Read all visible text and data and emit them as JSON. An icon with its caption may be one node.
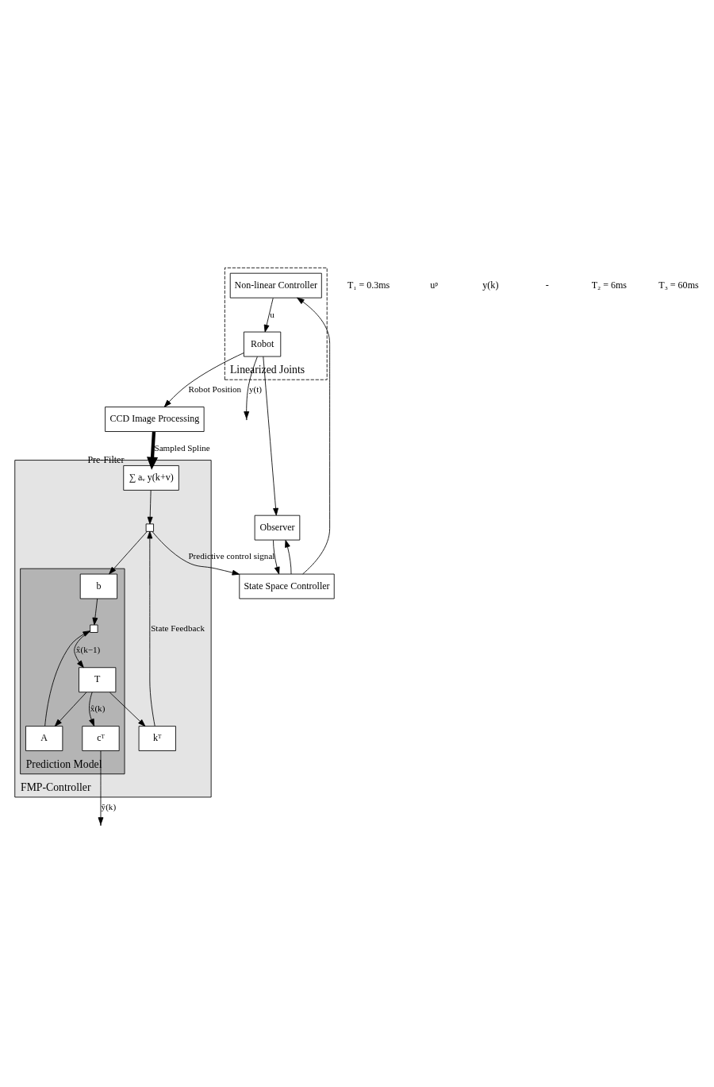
{
  "diagram": {
    "nodes": [
      {
        "text": [
          "Linearized Joints"
        ]
      },
      {
        "text": [
          "Non-linear Controller"
        ],
        "in": 0
      },
      {
        "text": [
          "Robot"
        ],
        "in": 0
      },
      {
        "text": [
          "Observer"
        ]
      },
      {
        "text": [
          "State Space Controller"
        ]
      },
      {
        "text": [
          "FMP-Controller"
        ]
      },
      {
        "text": [
          "∑ aᵥ y(k+v)"
        ],
        "in": 5,
        "beside": [
          "Pre-Filter"
        ]
      },
      {
        "text": [],
        "shape": "box",
        "in": 5
      },
      {
        "text": [
          "Prediction Model"
        ],
        "in": 5
      },
      {
        "text": [
          "b"
        ],
        "in": 8
      },
      {
        "text": [],
        "shape": "box",
        "in": 8
      },
      {
        "text": [
          "T"
        ],
        "in": 8
      },
      {
        "text": [
          "cᵀ"
        ],
        "in": 8
      },
      {
        "text": [
          "A"
        ],
        "in": 8
      },
      {
        "text": [
          "kᵀ"
        ],
        "in": 5
      },
      {
        "text": [
          "CCD Image Processing"
        ]
      }
    ],
    "edges": [
      {
        "from": 1,
        "to": 2,
        "arrow": "to",
        "label": "u"
      },
      {
        "from": 2,
        "to": null,
        "arrow": "to",
        "label": "y(t)"
      },
      {
        "from": 2,
        "to": 3,
        "arrow": "to"
      },
      {
        "from": 2,
        "to": 15,
        "arrow": "to",
        "label": "Robot Position"
      },
      {
        "from": 3,
        "to": 4,
        "arrow": "to"
      },
      {
        "from": 4,
        "to": 1,
        "arrow": "to"
      },
      {
        "from": 4,
        "to": 3,
        "arrow": "to"
      },
      {
        "from": 15,
        "to": 6,
        "arrow": "to",
        "label": "Sampled Spline",
        "style": "thick"
      },
      {
        "from": 6,
        "to": 7,
        "arrow": "to"
      },
      {
        "from": 7,
        "to": 9,
        "arrow": "to"
      },
      {
        "from": 7,
        "to": 4,
        "arrow": "to",
        "label": "Predictive control signal"
      },
      {
        "from": 9,
        "to": 10,
        "arrow": "to"
      },
      {
        "from": 10,
        "to": 11,
        "arrow": "to",
        "label": "x̂(k−1)"
      },
      {
        "from": 11,
        "to": 12,
        "arrow": "to",
        "label": "x̂(k)"
      },
      {
        "from": 11,
        "to": 13,
        "arrow": "to"
      },
      {
        "from": 13,
        "to": 10,
        "arrow": "to"
      },
      {
        "from": 11,
        "to": 14,
        "arrow": "to"
      },
      {
        "from": 14,
        "to": 7,
        "arrow": "to",
        "label": "State Feedback"
      },
      {
        "from": 12,
        "to": null,
        "arrow": "to",
        "label": "ŷ(k)"
      }
    ],
    "labels": [
      "T₁ = 0.3ms",
      "uᵖ",
      "y(k)",
      "-",
      "T₂ = 6ms",
      "T₃ = 60ms"
    ]
  }
}
